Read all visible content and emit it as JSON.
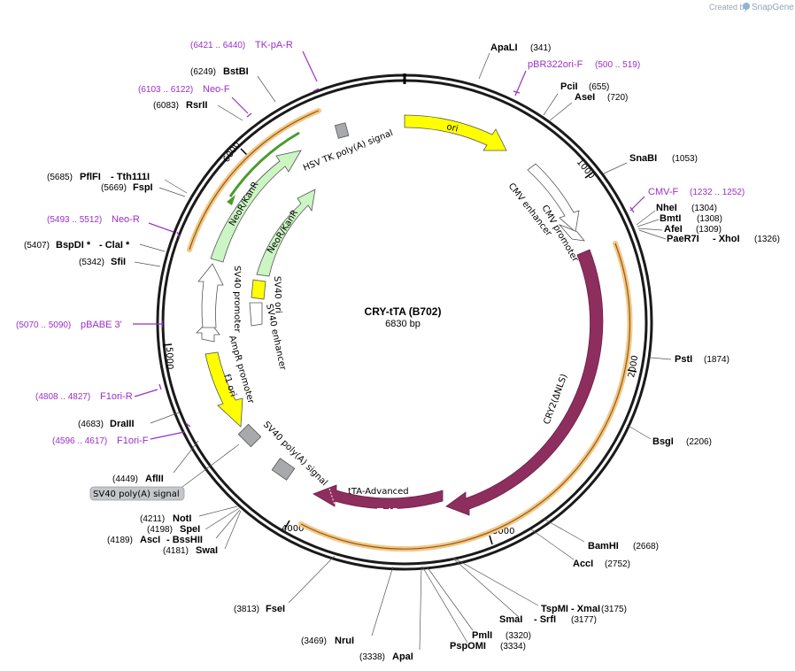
{
  "branding": {
    "created_by": "Created by",
    "product": "SnapGene"
  },
  "plasmid": {
    "name": "CRY-tTA (B702)",
    "length_label": "6830 bp"
  },
  "colors": {
    "primer": "#9b2fc6",
    "ori": "#ffff00",
    "cry2": "#8e2e5e",
    "neo": "#ccf5c4",
    "promoter": "#ffffff",
    "misc": "#a7a9ac",
    "highlight": "#f4c784"
  },
  "tick_labels": [
    "1000",
    "2000",
    "3000",
    "4000",
    "5000",
    "6000"
  ],
  "enzymes_right": [
    {
      "name": "ApaLI",
      "pos": "(341)"
    },
    {
      "name": "PciI",
      "pos": "(655)"
    },
    {
      "name": "AseI",
      "pos": "(720)"
    },
    {
      "name": "SnaBI",
      "pos": "(1053)"
    },
    {
      "name": "NheI",
      "pos": "(1304)"
    },
    {
      "name": "BmtI",
      "pos": "(1308)"
    },
    {
      "name": "AfeI",
      "pos": "(1309)"
    },
    {
      "name": "PaeR7I",
      "extra": "- XhoI",
      "pos": "(1326)"
    },
    {
      "name": "PstI",
      "pos": "(1874)"
    },
    {
      "name": "BsgI",
      "pos": "(2206)"
    },
    {
      "name": "BamHI",
      "pos": "(2668)"
    },
    {
      "name": "AccI",
      "pos": "(2752)"
    },
    {
      "name": "TspMI",
      "extra": "- XmaI",
      "pos": "(3175)"
    },
    {
      "name": "SmaI",
      "extra": "- SrfI",
      "pos": "(3177)"
    },
    {
      "name": "PmlI",
      "pos": "(3320)"
    },
    {
      "name": "PspOMI",
      "pos": "(3334)"
    },
    {
      "name": "ApaI",
      "pos": "(3338)"
    },
    {
      "name": "NruI",
      "pos": "(3469)"
    },
    {
      "name": "FseI",
      "pos": "(3813)"
    }
  ],
  "enzymes_left": [
    {
      "name": "BstBI",
      "pos": "(6249)"
    },
    {
      "name": "RsrII",
      "pos": "(6083)"
    },
    {
      "name": "PflFI",
      "extra": "- Tth111I",
      "pos": "(5685)"
    },
    {
      "name": "FspI",
      "pos": "(5669)"
    },
    {
      "name": "BspDI *",
      "extra": "- ClaI *",
      "pos": "(5407)"
    },
    {
      "name": "SfiI",
      "pos": "(5342)"
    },
    {
      "name": "DraIII",
      "pos": "(4683)"
    },
    {
      "name": "AflII",
      "pos": "(4449)"
    },
    {
      "name": "NotI",
      "pos": "(4211)"
    },
    {
      "name": "SpeI",
      "pos": "(4198)"
    },
    {
      "name": "AscI",
      "extra": "- BssHII",
      "pos": "(4189)"
    },
    {
      "name": "SwaI",
      "pos": "(4181)"
    }
  ],
  "primers": [
    {
      "name": "TK-pA-R",
      "pos": "(6421 .. 6440)"
    },
    {
      "name": "Neo-F",
      "pos": "(6103 .. 6122)"
    },
    {
      "name": "Neo-R",
      "pos": "(5493 .. 5512)"
    },
    {
      "name": "pBABE 3'",
      "pos": "(5070 .. 5090)"
    },
    {
      "name": "F1ori-R",
      "pos": "(4808 .. 4827)"
    },
    {
      "name": "F1ori-F",
      "pos": "(4596 .. 4617)"
    },
    {
      "name": "pBR322ori-F",
      "pos": "(500 .. 519)"
    },
    {
      "name": "CMV-F",
      "pos": "(1232 .. 1252)"
    }
  ],
  "features": {
    "ori": "ori",
    "cmv_enhancer": "CMV enhancer",
    "cmv_promoter": "CMV promoter",
    "cry2": "CRY2(ΔNLS)",
    "tta": "tTA-Advanced",
    "tetr": "TetR",
    "sv40_polya": "SV40 poly(A) signal",
    "sv40_polya_box": "SV40 poly(A) signal",
    "f1_ori": "f1 ori",
    "ampr_promoter": "AmpR promoter",
    "sv40_promoter": "SV40 promoter",
    "neokanr_outer": "NeoR/KanR",
    "neokanr_inner": "NeoR/KanR",
    "sv40_ori": "SV40 ori",
    "sv40_enhancer": "SV40 enhancer",
    "hsv_tk": "HSV TK poly(A) signal"
  }
}
